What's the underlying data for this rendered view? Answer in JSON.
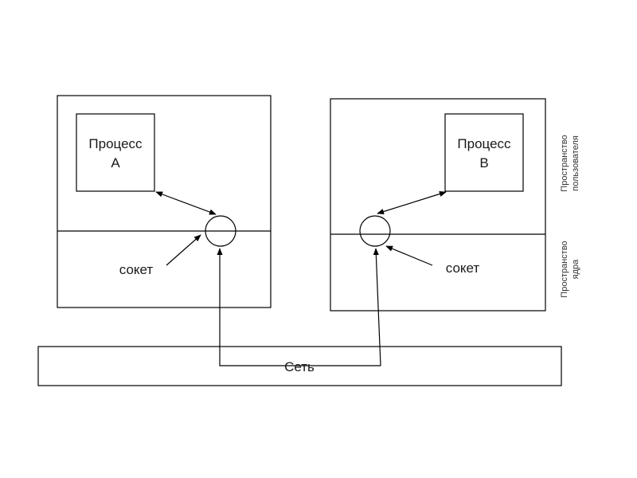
{
  "process_a": {
    "line1": "Процесс",
    "line2": "A"
  },
  "process_b": {
    "line1": "Процесс",
    "line2": "B"
  },
  "socket_a_label": "сокет",
  "socket_b_label": "сокет",
  "network_label": "Сеть",
  "user_space": {
    "line1": "Пространство",
    "line2": "пользователя"
  },
  "kernel_space": {
    "line1": "Пространство",
    "line2": "ядра"
  },
  "colors": {
    "stroke": "#000000",
    "text": "#1a1a1a",
    "background": "#ffffff"
  }
}
